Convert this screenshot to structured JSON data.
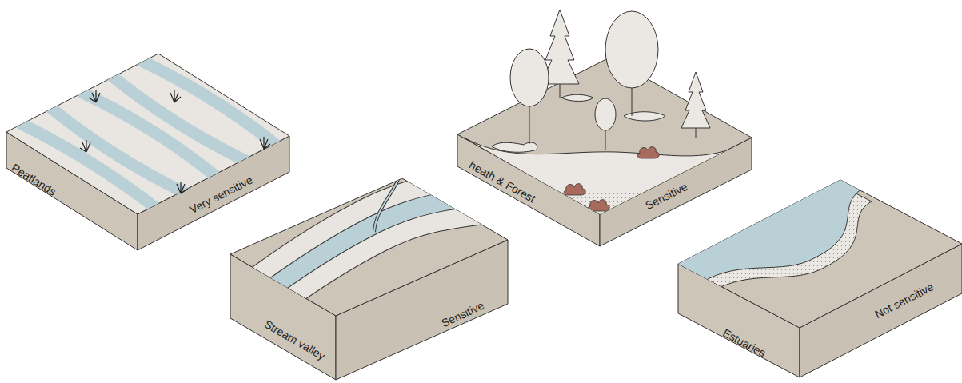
{
  "diagram": {
    "nodes": [
      {
        "text": [
          "Peatlands",
          "Very sensitive"
        ]
      },
      {
        "text": [
          "Stream valley",
          "Sensitive"
        ]
      },
      {
        "text": [
          "heath & Forest",
          "Sensitive"
        ]
      },
      {
        "text": [
          "Estuaries",
          "Not sensitive"
        ]
      }
    ]
  }
}
